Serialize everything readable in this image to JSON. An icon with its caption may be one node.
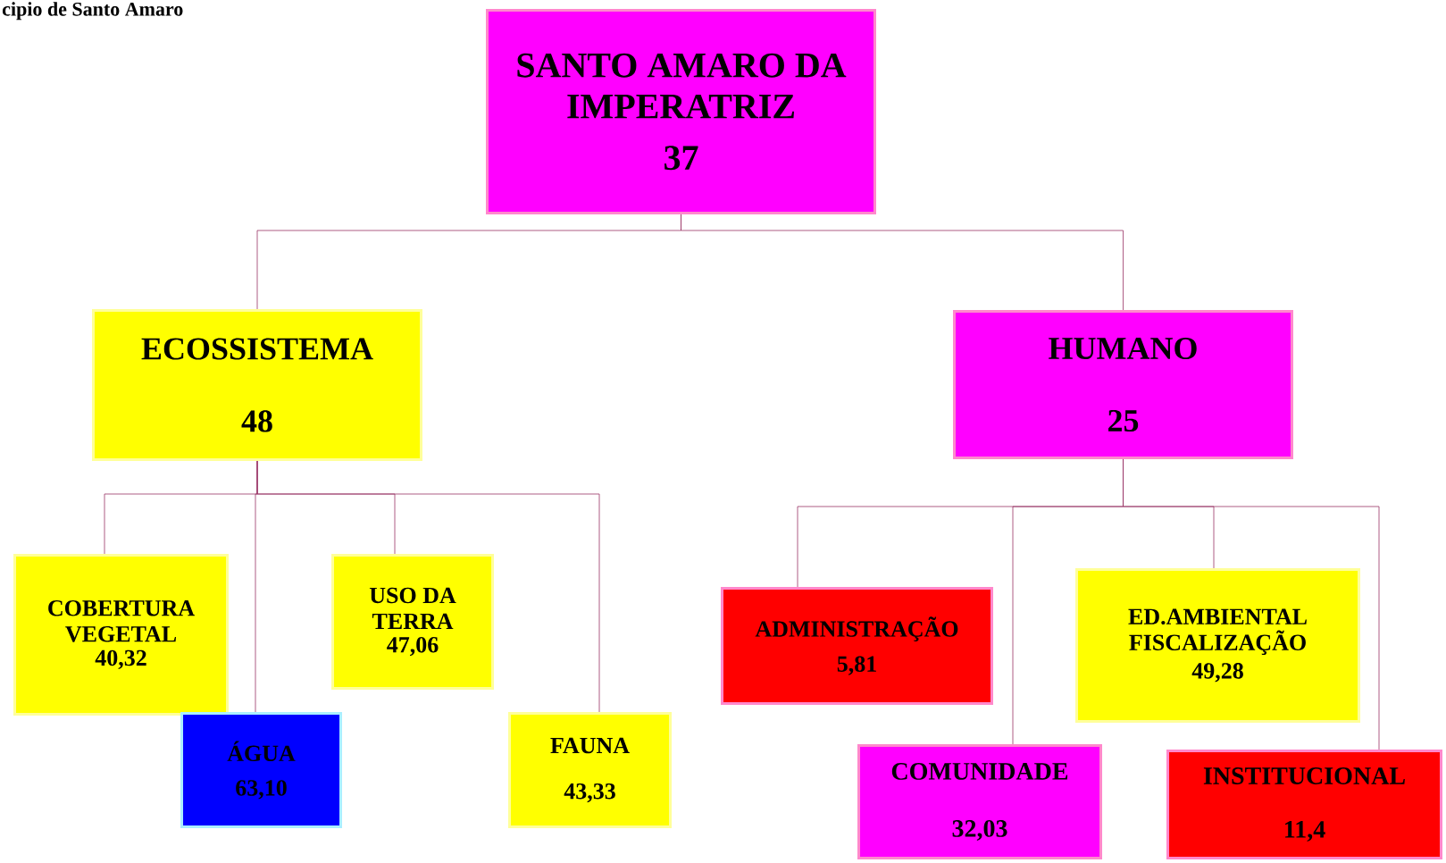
{
  "diagram": {
    "title": "cipio de Santo Amaro",
    "nodes": [
      {
        "text": [
          "SANTO AMARO DA IMPERATRIZ",
          "37"
        ]
      },
      {
        "text": [
          "ECOSSISTEMA",
          "48"
        ]
      },
      {
        "text": [
          "HUMANO",
          "25"
        ]
      },
      {
        "text": [
          "COBERTURA VEGETAL",
          "40,32"
        ]
      },
      {
        "text": [
          "ÁGUA",
          "63,10"
        ]
      },
      {
        "text": [
          "USO DA TERRA",
          "47,06"
        ]
      },
      {
        "text": [
          "FAUNA",
          "43,33"
        ]
      },
      {
        "text": [
          "ADMINISTRAÇÃO",
          "5,81"
        ]
      },
      {
        "text": [
          "COMUNIDADE",
          "32,03"
        ]
      },
      {
        "text": [
          "ED.AMBIENTAL FISCALIZAÇÃO",
          "49,28"
        ]
      },
      {
        "text": [
          "INSTITUCIONAL",
          "11,4"
        ]
      }
    ],
    "edges": [
      {
        "from": 0,
        "to": 1,
        "arrow": "none"
      },
      {
        "from": 0,
        "to": 2,
        "arrow": "none"
      },
      {
        "from": 1,
        "to": 3,
        "arrow": "none"
      },
      {
        "from": 1,
        "to": 4,
        "arrow": "none"
      },
      {
        "from": 1,
        "to": 5,
        "arrow": "none"
      },
      {
        "from": 1,
        "to": 6,
        "arrow": "none"
      },
      {
        "from": 2,
        "to": 7,
        "arrow": "none"
      },
      {
        "from": 2,
        "to": 8,
        "arrow": "none"
      },
      {
        "from": 2,
        "to": 9,
        "arrow": "none"
      },
      {
        "from": 2,
        "to": 10,
        "arrow": "none"
      }
    ]
  }
}
